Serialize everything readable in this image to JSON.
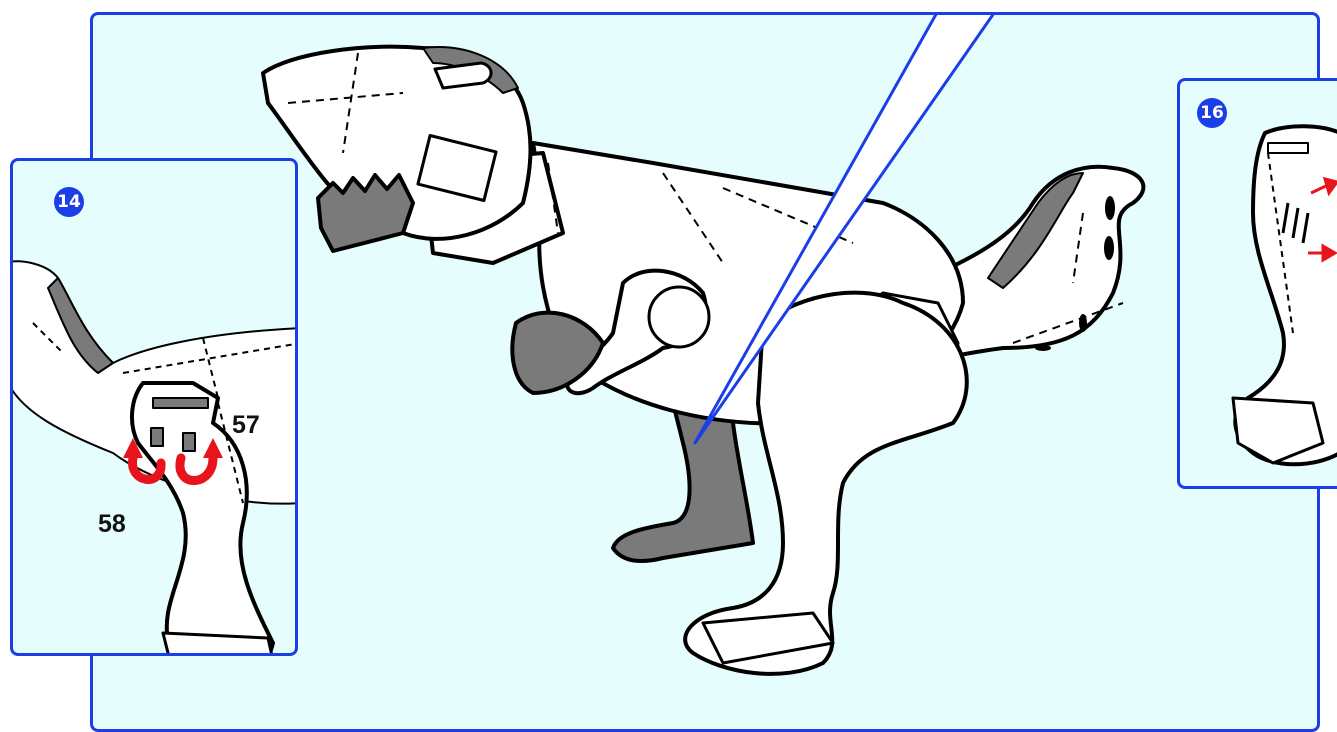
{
  "steps": {
    "step_14": {
      "number": "14",
      "parts": [
        "57",
        "58"
      ]
    },
    "step_16": {
      "number": "16"
    }
  },
  "colors": {
    "panel_border": "#1a3ee8",
    "panel_fill": "#e6fdfd",
    "badge_fill": "#1a3ee8",
    "arrow_red": "#e8141c",
    "part_gray": "#7a7a7a"
  },
  "icons": [
    "rotate-arrow-icon",
    "push-arrow-icon"
  ]
}
